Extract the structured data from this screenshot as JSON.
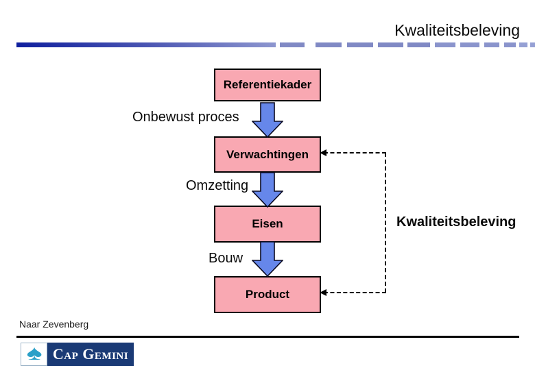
{
  "slide": {
    "title": "Kwaliteitsbeleving",
    "side_label": "Kwaliteitsbeleving",
    "footer_note": "Naar Zevenberg"
  },
  "flowchart": {
    "boxes": [
      {
        "label": "Referentiekader"
      },
      {
        "label": "Verwachtingen"
      },
      {
        "label": "Eisen"
      },
      {
        "label": "Product"
      }
    ],
    "edge_labels": [
      {
        "label": "Onbewust proces"
      },
      {
        "label": "Omzetting"
      },
      {
        "label": "Bouw"
      }
    ]
  },
  "logo": {
    "brand": "Cap Gemini",
    "spade_glyph": "♠"
  },
  "colors": {
    "box_fill": "#F9A8B2",
    "box_border": "#000000",
    "arrow_fill": "#6687EA",
    "bar_gradient_start": "#0F1F9E",
    "bar_gradient_end": "#8D96CF",
    "logo_panel": "#1A3A75",
    "logo_spade": "#2BA0C8"
  }
}
